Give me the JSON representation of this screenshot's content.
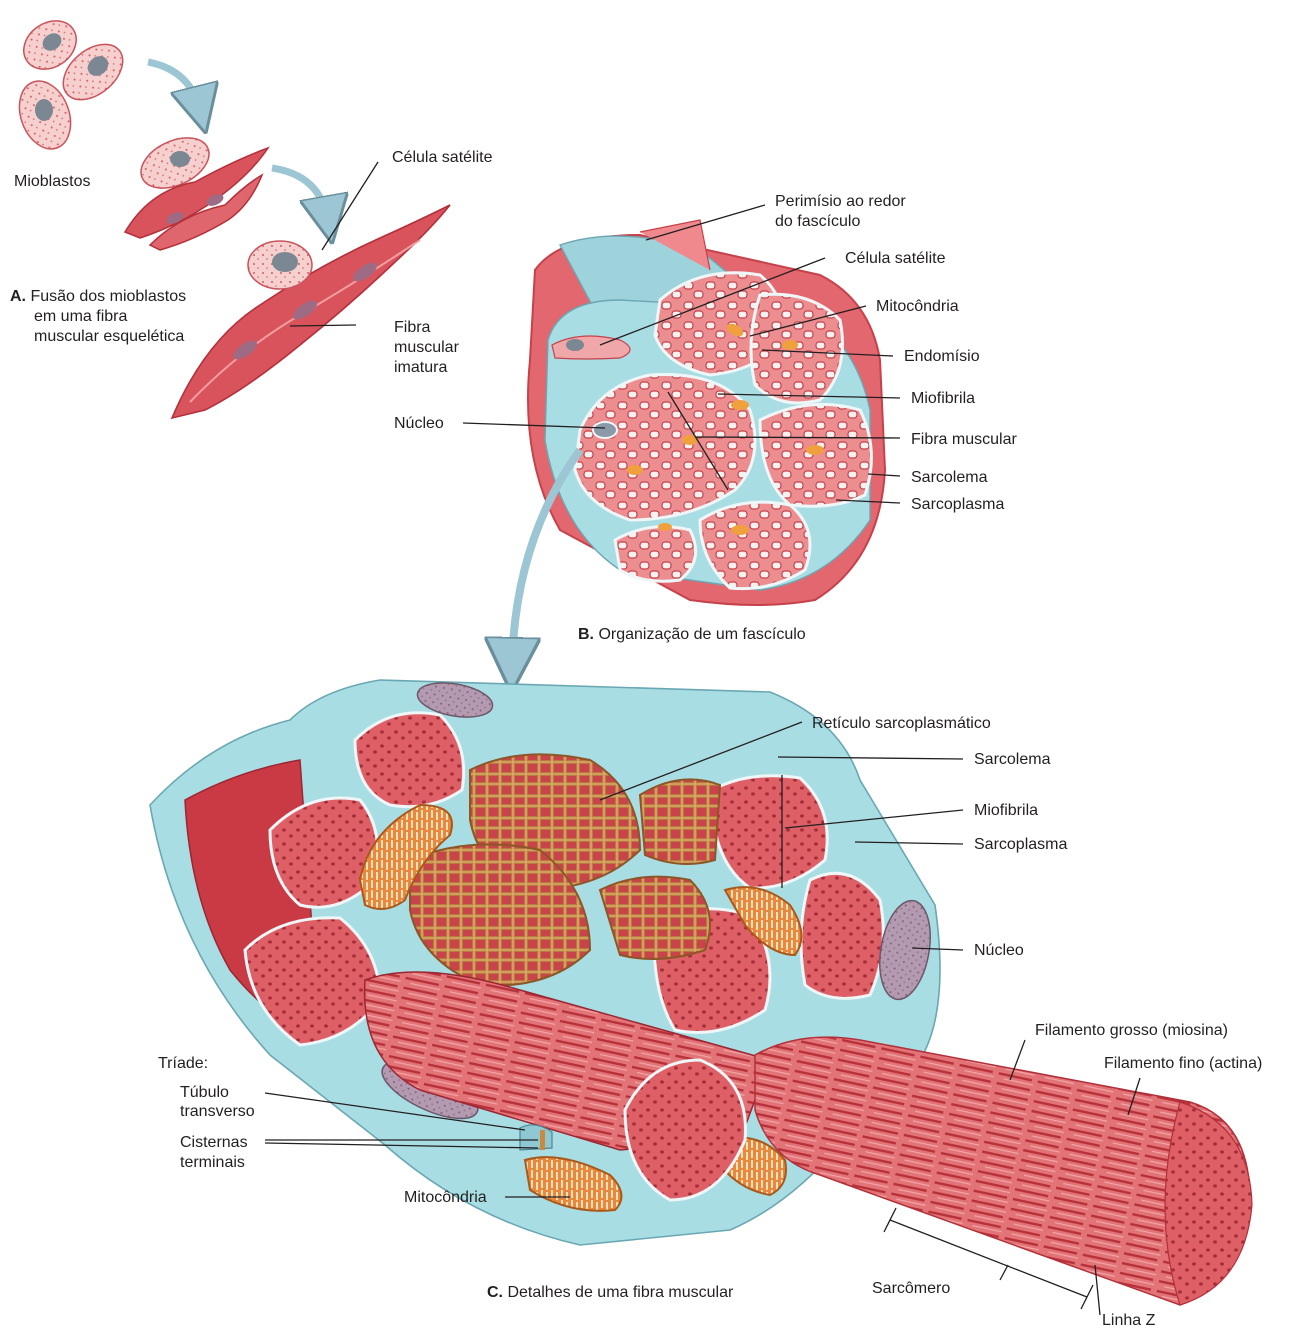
{
  "panel_a": {
    "caption_letter": "A.",
    "caption_line1": "Fusão dos mioblastos",
    "caption_line2": "em uma fibra",
    "caption_line3": "muscular esquelética",
    "labels": {
      "mioblastos": "Mioblastos",
      "celula_satelite": "Célula satélite",
      "fibra_imatura_1": "Fibra",
      "fibra_imatura_2": "muscular",
      "fibra_imatura_3": "imatura"
    }
  },
  "panel_b": {
    "caption_letter": "B.",
    "caption_text": "Organização de um fascículo",
    "labels": {
      "perimisio_1": "Perimísio ao redor",
      "perimisio_2": "do fascículo",
      "celula_satelite": "Célula satélite",
      "mitocondria": "Mitocôndria",
      "endomisio": "Endomísio",
      "miofibrila": "Miofibrila",
      "nucleo": "Núcleo",
      "fibra_muscular": "Fibra muscular",
      "sarcolema": "Sarcolema",
      "sarcoplasma": "Sarcoplasma"
    }
  },
  "panel_c": {
    "caption_letter": "C.",
    "caption_text": "Detalhes de uma fibra muscular",
    "labels": {
      "reticulo": "Retículo sarcoplasmático",
      "sarcolema": "Sarcolema",
      "miofibrila": "Miofibrila",
      "sarcoplasma": "Sarcoplasma",
      "nucleo": "Núcleo",
      "filamento_grosso": "Filamento grosso (miosina)",
      "filamento_fino": "Filamento fino (actina)",
      "triade": "Tríade:",
      "tubulo_1": "Túbulo",
      "tubulo_2": "transverso",
      "cisternas_1": "Cisternas",
      "cisternas_2": "terminais",
      "mitocondria": "Mitocôndria",
      "sarcomero": "Sarcômero",
      "linha_z": "Linha Z"
    }
  },
  "colors": {
    "muscle": "#d9535c",
    "muscle_light": "#ee8f92",
    "muscle_dark": "#b8323c",
    "connective": "#9fd3dc",
    "mitochondria": "#e9873a",
    "reticulum": "#b9783c",
    "nucleus": "#a890a8",
    "cell_pale": "#f3c8c6"
  }
}
